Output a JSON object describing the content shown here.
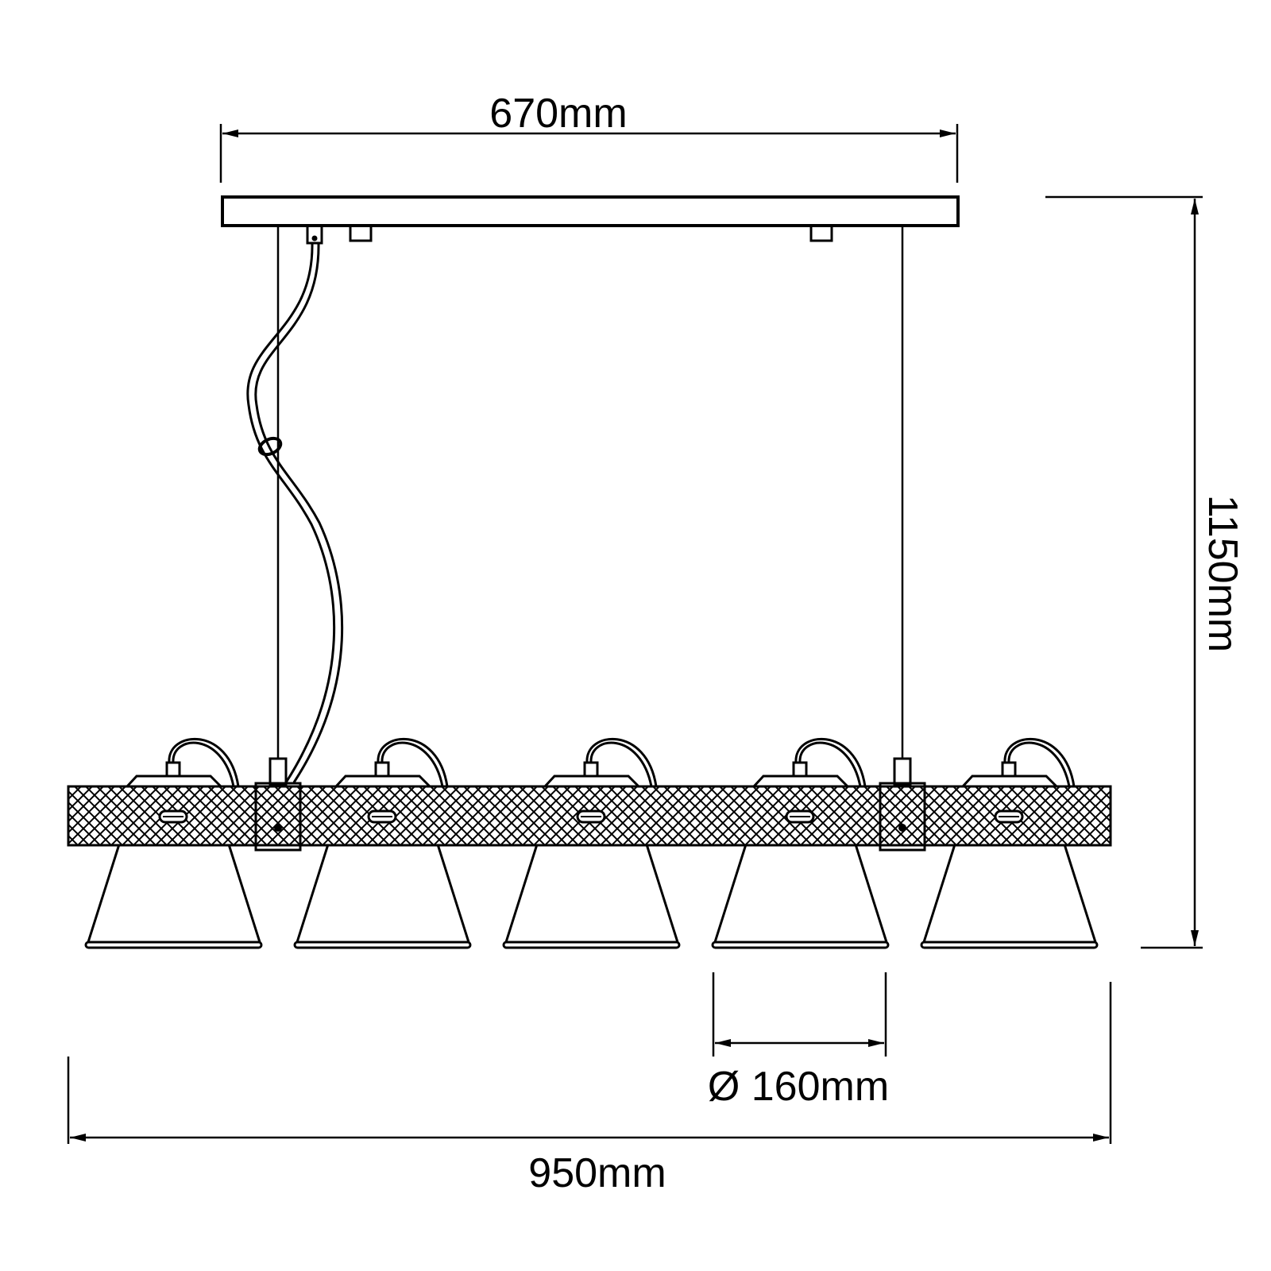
{
  "dimensions": {
    "canopy_width": "670mm",
    "total_height": "1150mm",
    "shade_diameter": "Ø 160mm",
    "total_width": "950mm"
  },
  "components": {
    "shade_count": 5
  },
  "colors": {
    "line": "#000000",
    "background": "#ffffff"
  }
}
